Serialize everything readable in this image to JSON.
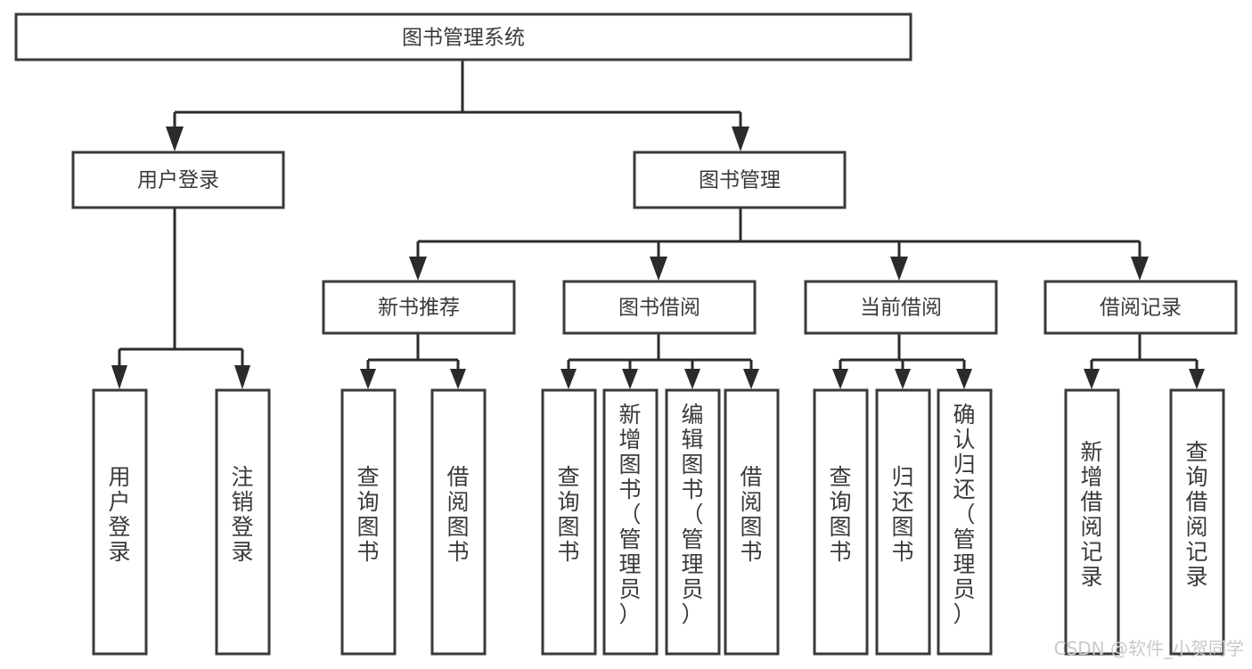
{
  "diagram": {
    "title": "图书管理系统",
    "type": "tree",
    "root": {
      "id": "root",
      "label": "图书管理系统",
      "orientation": "horizontal"
    },
    "level2": [
      {
        "id": "user-login",
        "label": "用户登录",
        "orientation": "horizontal"
      },
      {
        "id": "book-manage",
        "label": "图书管理",
        "orientation": "horizontal"
      }
    ],
    "level3": [
      {
        "id": "new-book-recommend",
        "label": "新书推荐",
        "orientation": "horizontal",
        "parent": "book-manage"
      },
      {
        "id": "book-borrow",
        "label": "图书借阅",
        "orientation": "horizontal",
        "parent": "book-manage"
      },
      {
        "id": "current-borrow",
        "label": "当前借阅",
        "orientation": "horizontal",
        "parent": "book-manage"
      },
      {
        "id": "borrow-record",
        "label": "借阅记录",
        "orientation": "horizontal",
        "parent": "book-manage"
      }
    ],
    "leaves": [
      {
        "id": "leaf-user-login",
        "label": "用户登录",
        "orientation": "vertical",
        "parent": "user-login"
      },
      {
        "id": "leaf-logout-login",
        "label": "注销登录",
        "orientation": "vertical",
        "parent": "user-login"
      },
      {
        "id": "leaf-query-book-1",
        "label": "查询图书",
        "orientation": "vertical",
        "parent": "new-book-recommend"
      },
      {
        "id": "leaf-borrow-book-1",
        "label": "借阅图书",
        "orientation": "vertical",
        "parent": "new-book-recommend"
      },
      {
        "id": "leaf-query-book-2",
        "label": "查询图书",
        "orientation": "vertical",
        "parent": "book-borrow"
      },
      {
        "id": "leaf-add-book",
        "label": "新增图书（管理员）",
        "orientation": "vertical",
        "parent": "book-borrow"
      },
      {
        "id": "leaf-edit-book",
        "label": "编辑图书（管理员）",
        "orientation": "vertical",
        "parent": "book-borrow"
      },
      {
        "id": "leaf-borrow-book-2",
        "label": "借阅图书",
        "orientation": "vertical",
        "parent": "book-borrow"
      },
      {
        "id": "leaf-query-book-3",
        "label": "查询图书",
        "orientation": "vertical",
        "parent": "current-borrow"
      },
      {
        "id": "leaf-return-book",
        "label": "归还图书",
        "orientation": "vertical",
        "parent": "current-borrow"
      },
      {
        "id": "leaf-confirm-return",
        "label": "确认归还（管理员）",
        "orientation": "vertical",
        "parent": "current-borrow"
      },
      {
        "id": "leaf-add-record",
        "label": "新增借阅记录",
        "orientation": "vertical",
        "parent": "borrow-record"
      },
      {
        "id": "leaf-query-record",
        "label": "查询借阅记录",
        "orientation": "vertical",
        "parent": "borrow-record"
      }
    ],
    "colors": {
      "box_border": "#3a3a3a",
      "box_fill": "#ffffff",
      "edge": "#2b2b2b",
      "text": "#3a3a3a",
      "background": "#ffffff",
      "watermark": "#c9c9c9"
    }
  },
  "watermark": {
    "text": "CSDN @软件_小贺同学"
  }
}
